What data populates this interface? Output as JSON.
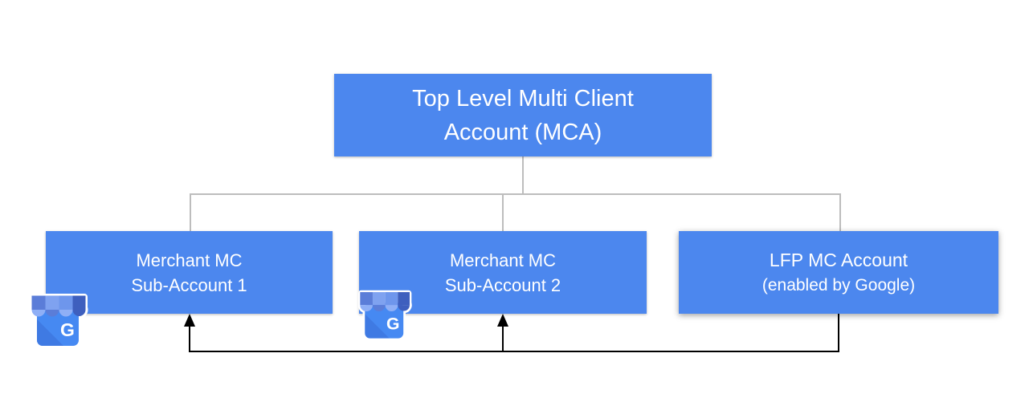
{
  "diagram": {
    "type": "account-hierarchy",
    "background_color": "#ffffff",
    "node_fill_color": "#4C87EE",
    "node_text_color": "#ffffff",
    "connector_color": "#bdbdbd",
    "arrow_color": "#000000",
    "nodes": {
      "mca": {
        "label_line1": "Top Level Multi Client",
        "label_line2": "Account (MCA)"
      },
      "merchant_sub_1": {
        "label_line1": "Merchant MC",
        "label_line2": "Sub-Account 1",
        "icon": "google-business-profile-icon"
      },
      "merchant_sub_2": {
        "label_line1": "Merchant MC",
        "label_line2": "Sub-Account 2",
        "icon": "google-business-profile-icon"
      },
      "lfp": {
        "label_line1": "LFP MC Account",
        "label_line2": "(enabled by Google)"
      }
    },
    "edges": [
      {
        "from": "mca",
        "to": "merchant_sub_1",
        "style": "plain",
        "color": "#bdbdbd"
      },
      {
        "from": "mca",
        "to": "merchant_sub_2",
        "style": "plain",
        "color": "#bdbdbd"
      },
      {
        "from": "mca",
        "to": "lfp",
        "style": "plain",
        "color": "#bdbdbd"
      },
      {
        "from": "lfp",
        "to": "merchant_sub_1",
        "style": "arrow",
        "color": "#000000"
      },
      {
        "from": "lfp",
        "to": "merchant_sub_2",
        "style": "arrow",
        "color": "#000000"
      }
    ],
    "icon_colors": {
      "awning_dark": "#3E5FBE",
      "awning_medium": "#5B7DD8",
      "awning_light_stripe": "#7FA2F0",
      "scallop_light": "#8FAFF6",
      "body_blue": "#4689F2",
      "fold_blue": "#3D75DE",
      "letter": "G"
    }
  }
}
